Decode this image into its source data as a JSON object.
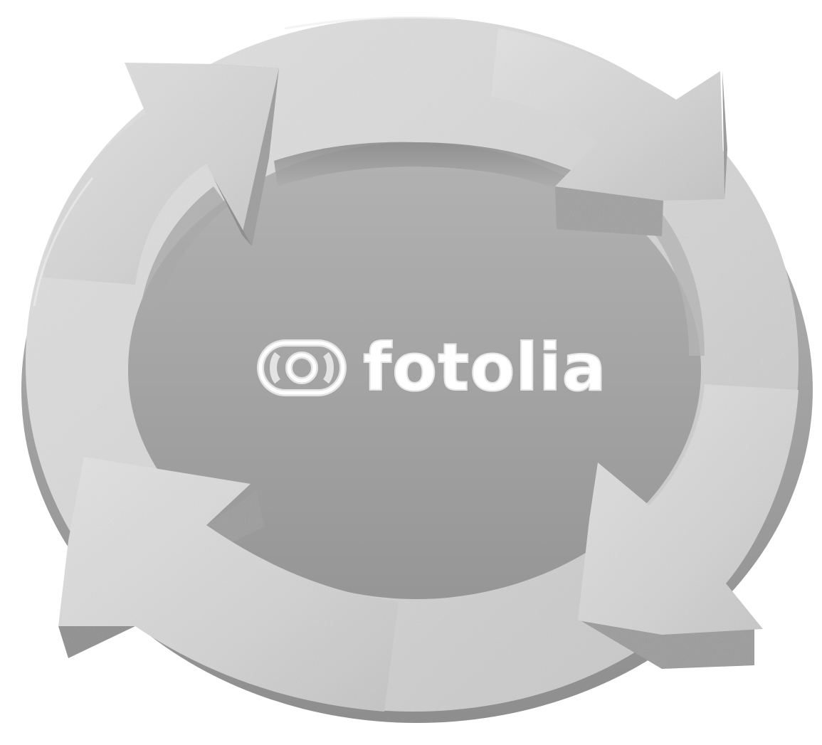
{
  "scene": {
    "subject_icon": "cycle-arrows-icon",
    "arrow_count": 4,
    "arrow_directions": [
      "clockwise",
      "clockwise",
      "clockwise",
      "clockwise"
    ],
    "colors": {
      "background": "#ffffff",
      "surface_top": "#d9d9d9",
      "surface_side": "#a6a6a6",
      "surface_dark": "#8c8c8c"
    }
  },
  "watermark": {
    "brand": "fotolia",
    "logo_icon": "fotolia-logo-icon"
  }
}
